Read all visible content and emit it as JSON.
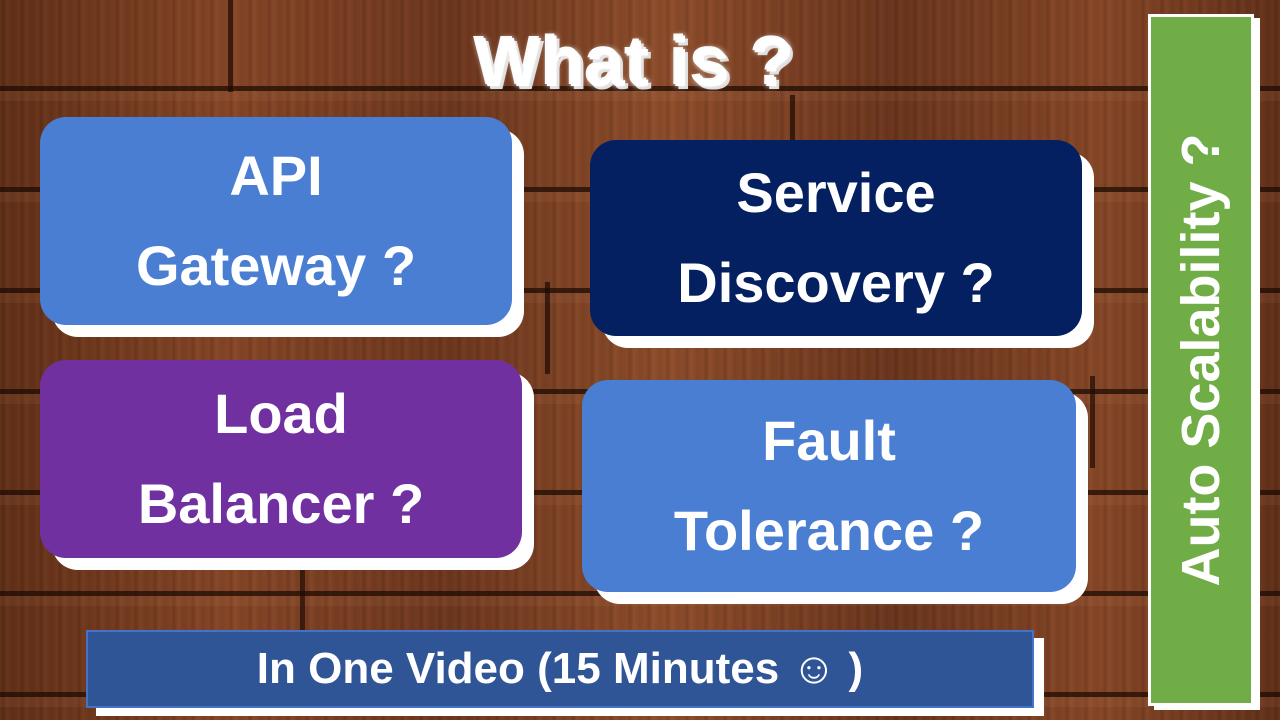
{
  "title": "What is ?",
  "cards": [
    {
      "line1": "API",
      "line2": "Gateway ?",
      "color": "#4a7ed2"
    },
    {
      "line1": "Service",
      "line2": "Discovery ?",
      "color": "#052060"
    },
    {
      "line1": "Load",
      "line2": "Balancer ?",
      "color": "#7030a0"
    },
    {
      "line1": "Fault",
      "line2": "Tolerance ?",
      "color": "#4a7ed2"
    }
  ],
  "side_label": "Auto Scalability ?",
  "side_color": "#70ad47",
  "banner": {
    "text": "In One Video (15 Minutes ☺ )",
    "color": "#2f5597"
  },
  "background": "wooden-planks"
}
